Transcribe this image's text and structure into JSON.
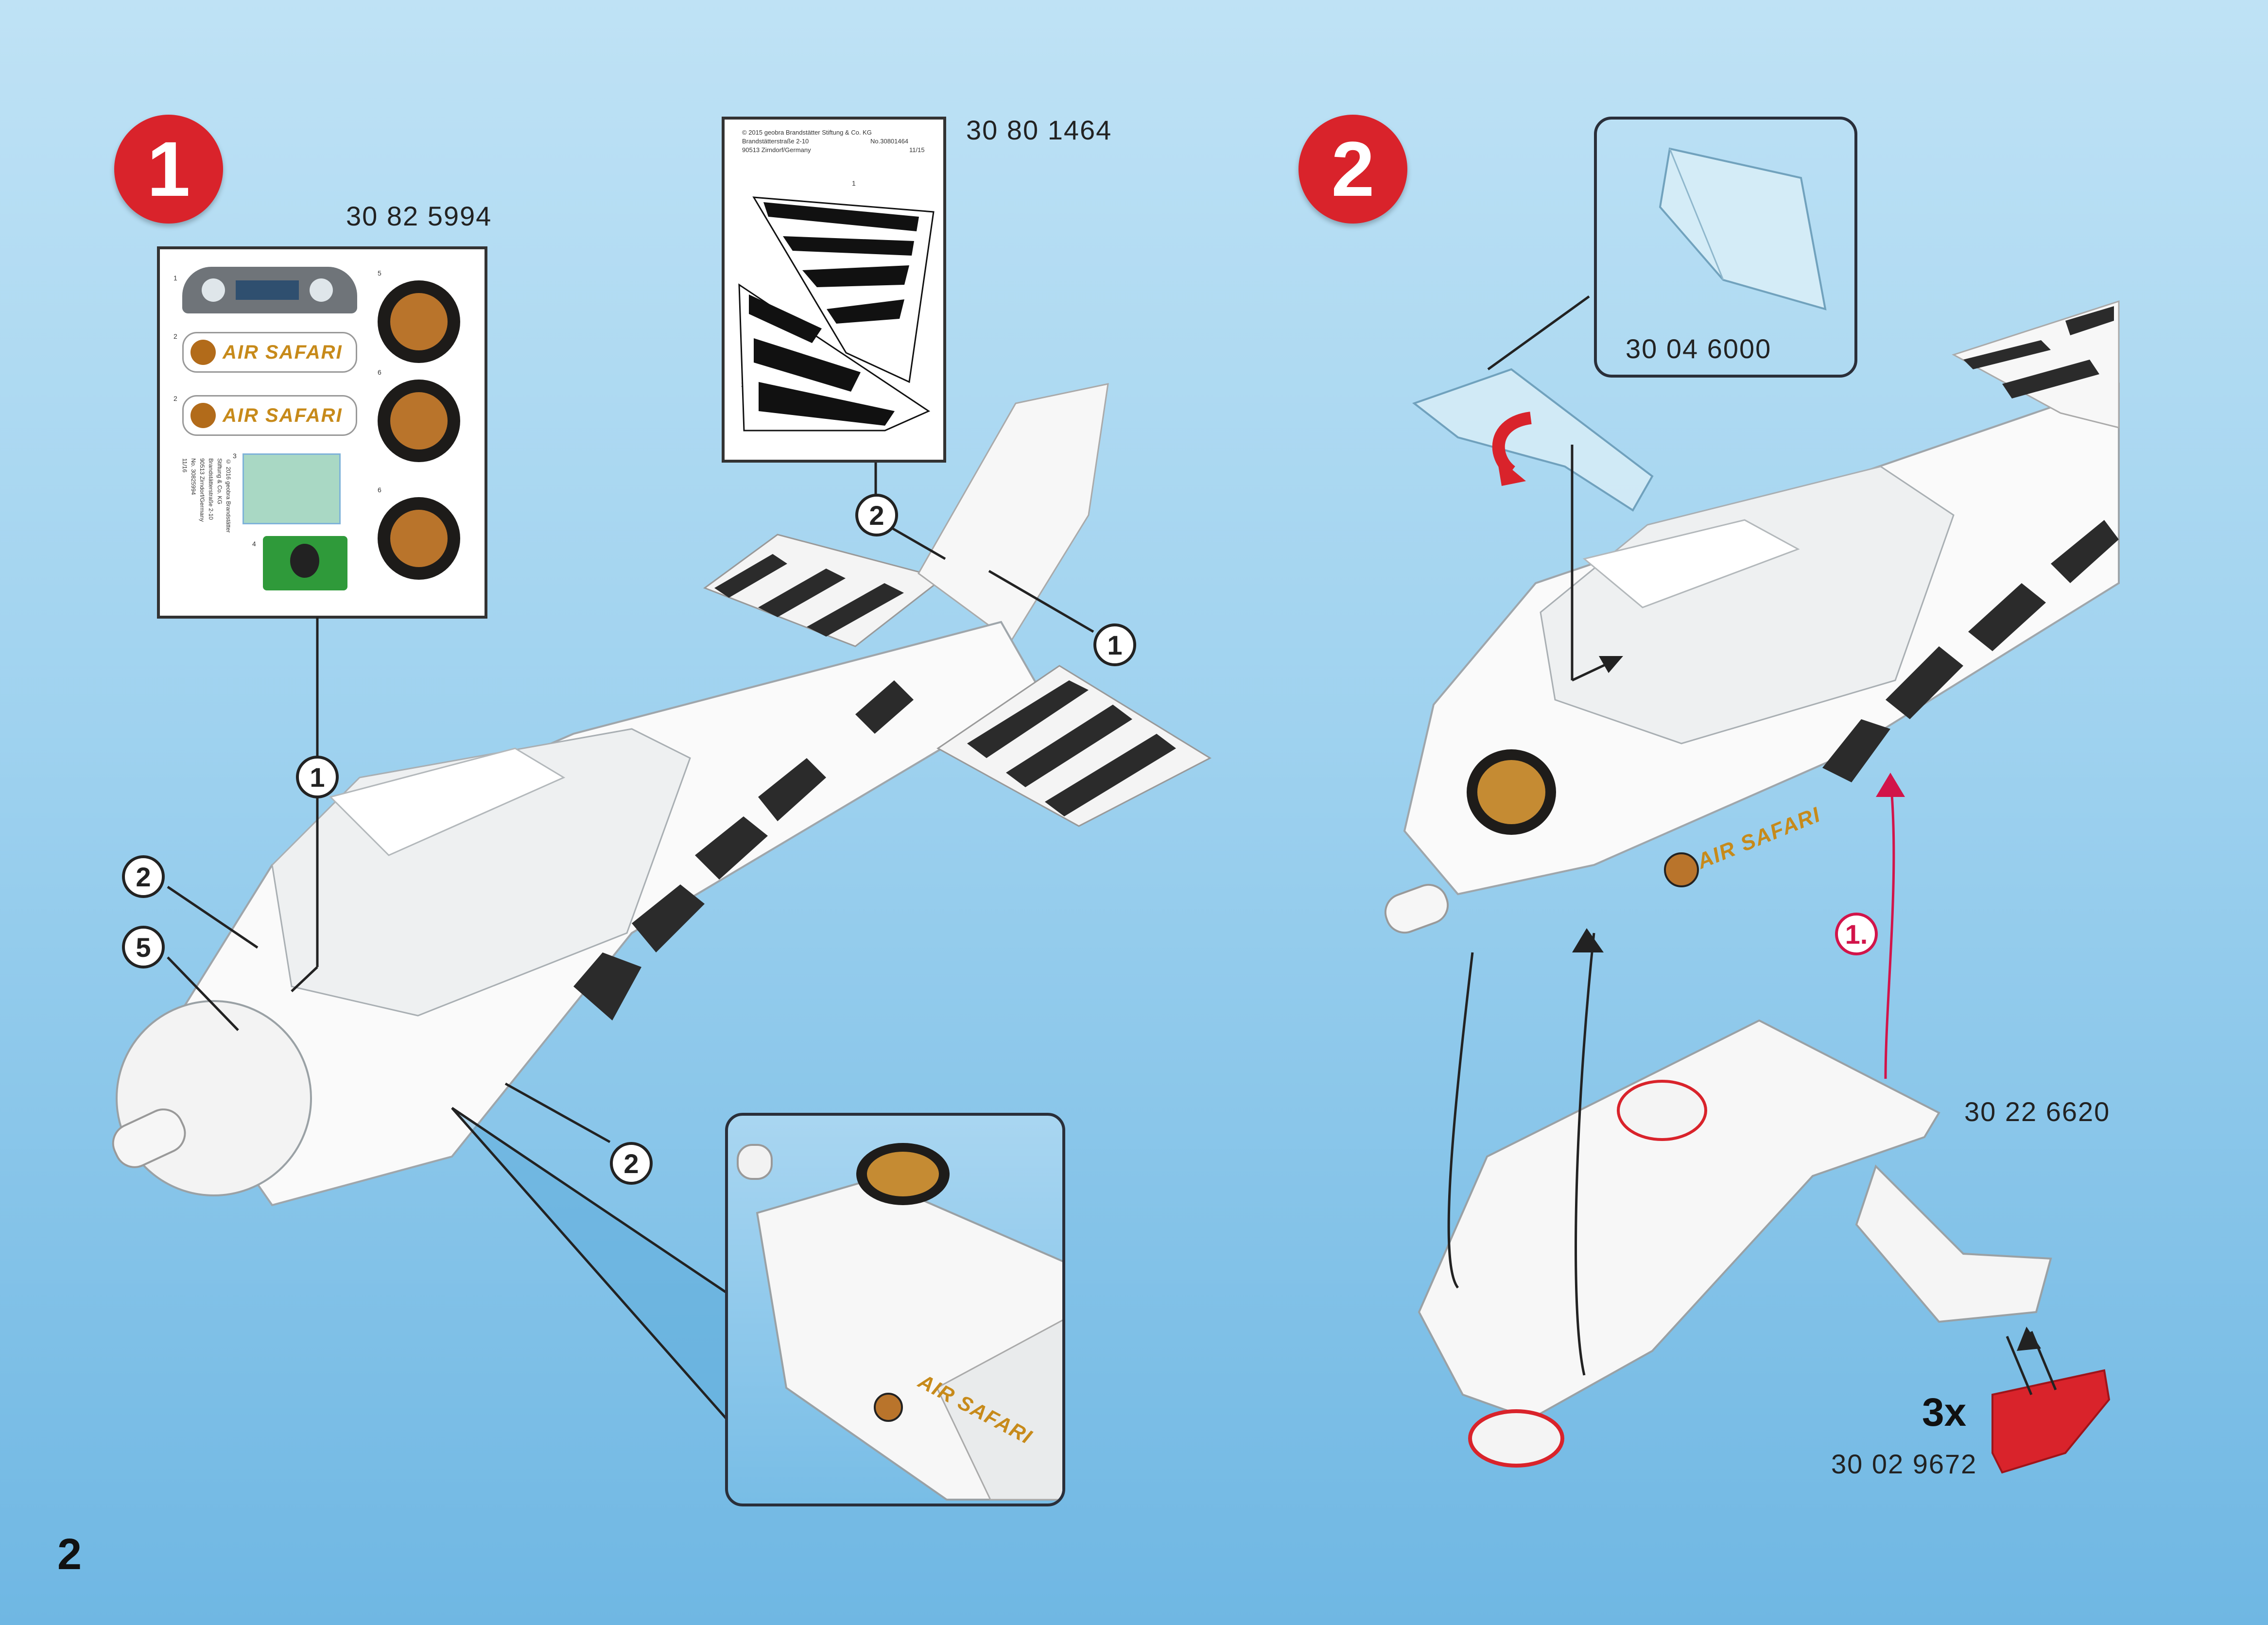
{
  "page_number": "2",
  "steps": [
    {
      "number": "1"
    },
    {
      "number": "2"
    }
  ],
  "part_numbers": {
    "sticker_sheet_1": "30 82 5994",
    "sticker_sheet_2": "30 80 1464",
    "windshield": "30 04 6000",
    "float": "30 22 6620",
    "clip": "30 02 9672"
  },
  "quantity": "3x",
  "callouts": {
    "fuselage_1": "1",
    "fuselage_2_top": "2",
    "fuselage_5": "5",
    "fuselage_2_bottom": "2",
    "tail_2": "2",
    "tail_1": "1",
    "assembly_order": "1."
  },
  "sheet1": {
    "numbers": [
      "1",
      "2",
      "2",
      "3",
      "4",
      "5",
      "6",
      "6"
    ],
    "brand_text": "AIR SAFARI",
    "small_text": [
      "© 2016 geobra Brandstätter",
      "Stiftung & Co. KG",
      "Brandstätterstraße 2-10",
      "90513 Zirndorf/Germany",
      "No. 30825994",
      "11/16"
    ]
  },
  "sheet2": {
    "lines": [
      "© 2015 geobra Brandstätter Stiftung & Co. KG",
      "Brandstätterstraße 2-10",
      "90513 Zirndorf/Germany"
    ],
    "number": "No.30801464",
    "code": "11/15",
    "labels": [
      "1",
      "2"
    ]
  },
  "plane_text": "AIR SAFARI",
  "colors": {
    "accent_red": "#d9232b",
    "arrow_red": "#d2144a",
    "background": "#9fd2ef"
  }
}
